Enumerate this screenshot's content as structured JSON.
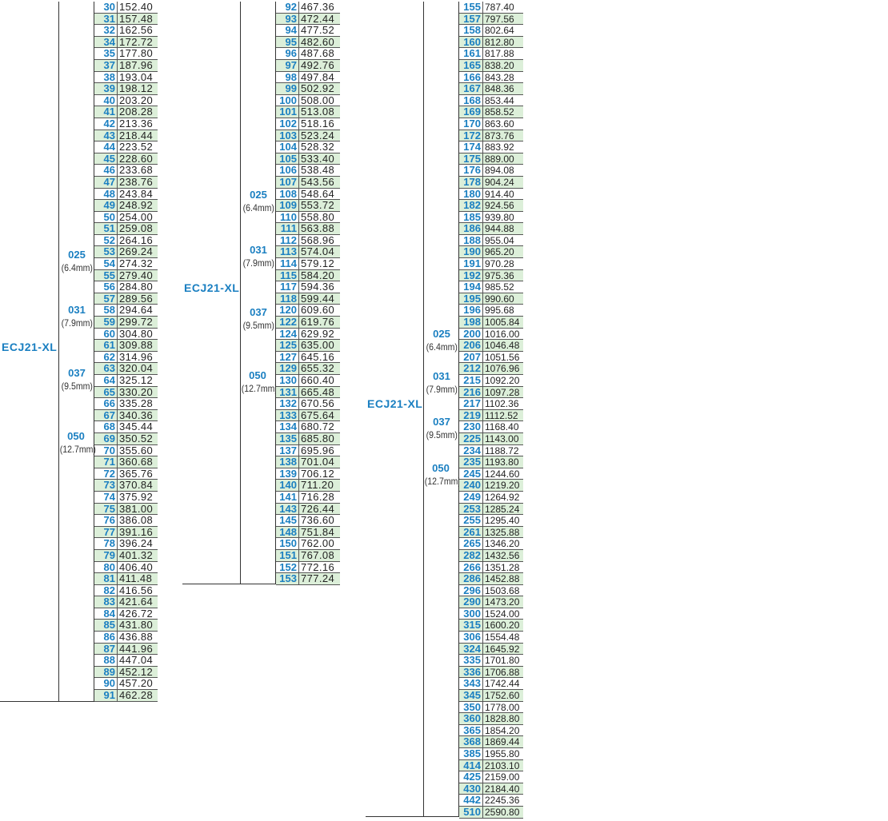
{
  "blocks": [
    {
      "model": "ECJ21-XL",
      "widths": [
        {
          "code": "025",
          "mm": "(6.4mm)"
        },
        {
          "code": "031",
          "mm": "(7.9mm)"
        },
        {
          "code": "037",
          "mm": "(9.5mm)"
        },
        {
          "code": "050",
          "mm": "(12.7mm)"
        }
      ],
      "rows": [
        [
          "30",
          "152.40"
        ],
        [
          "31",
          "157.48"
        ],
        [
          "32",
          "162.56"
        ],
        [
          "34",
          "172.72"
        ],
        [
          "35",
          "177.80"
        ],
        [
          "37",
          "187.96"
        ],
        [
          "38",
          "193.04"
        ],
        [
          "39",
          "198.12"
        ],
        [
          "40",
          "203.20"
        ],
        [
          "41",
          "208.28"
        ],
        [
          "42",
          "213.36"
        ],
        [
          "43",
          "218.44"
        ],
        [
          "44",
          "223.52"
        ],
        [
          "45",
          "228.60"
        ],
        [
          "46",
          "233.68"
        ],
        [
          "47",
          "238.76"
        ],
        [
          "48",
          "243.84"
        ],
        [
          "49",
          "248.92"
        ],
        [
          "50",
          "254.00"
        ],
        [
          "51",
          "259.08"
        ],
        [
          "52",
          "264.16"
        ],
        [
          "53",
          "269.24"
        ],
        [
          "54",
          "274.32"
        ],
        [
          "55",
          "279.40"
        ],
        [
          "56",
          "284.80"
        ],
        [
          "57",
          "289.56"
        ],
        [
          "58",
          "294.64"
        ],
        [
          "59",
          "299.72"
        ],
        [
          "60",
          "304.80"
        ],
        [
          "61",
          "309.88"
        ],
        [
          "62",
          "314.96"
        ],
        [
          "63",
          "320.04"
        ],
        [
          "64",
          "325.12"
        ],
        [
          "65",
          "330.20"
        ],
        [
          "66",
          "335.28"
        ],
        [
          "67",
          "340.36"
        ],
        [
          "68",
          "345.44"
        ],
        [
          "69",
          "350.52"
        ],
        [
          "70",
          "355.60"
        ],
        [
          "71",
          "360.68"
        ],
        [
          "72",
          "365.76"
        ],
        [
          "73",
          "370.84"
        ],
        [
          "74",
          "375.92"
        ],
        [
          "75",
          "381.00"
        ],
        [
          "76",
          "386.08"
        ],
        [
          "77",
          "391.16"
        ],
        [
          "78",
          "396.24"
        ],
        [
          "79",
          "401.32"
        ],
        [
          "80",
          "406.40"
        ],
        [
          "81",
          "411.48"
        ],
        [
          "82",
          "416.56"
        ],
        [
          "83",
          "421.64"
        ],
        [
          "84",
          "426.72"
        ],
        [
          "85",
          "431.80"
        ],
        [
          "86",
          "436.88"
        ],
        [
          "87",
          "441.96"
        ],
        [
          "88",
          "447.04"
        ],
        [
          "89",
          "452.12"
        ],
        [
          "90",
          "457.20"
        ],
        [
          "91",
          "462.28"
        ]
      ]
    },
    {
      "model": "ECJ21-XL",
      "widths": [
        {
          "code": "025",
          "mm": "(6.4mm)"
        },
        {
          "code": "031",
          "mm": "(7.9mm)"
        },
        {
          "code": "037",
          "mm": "(9.5mm)"
        },
        {
          "code": "050",
          "mm": "(12.7mm)"
        }
      ],
      "rows": [
        [
          "92",
          "467.36"
        ],
        [
          "93",
          "472.44"
        ],
        [
          "94",
          "477.52"
        ],
        [
          "95",
          "482.60"
        ],
        [
          "96",
          "487.68"
        ],
        [
          "97",
          "492.76"
        ],
        [
          "98",
          "497.84"
        ],
        [
          "99",
          "502.92"
        ],
        [
          "100",
          "508.00"
        ],
        [
          "101",
          "513.08"
        ],
        [
          "102",
          "518.16"
        ],
        [
          "103",
          "523.24"
        ],
        [
          "104",
          "528.32"
        ],
        [
          "105",
          "533.40"
        ],
        [
          "106",
          "538.48"
        ],
        [
          "107",
          "543.56"
        ],
        [
          "108",
          "548.64"
        ],
        [
          "109",
          "553.72"
        ],
        [
          "110",
          "558.80"
        ],
        [
          "111",
          "563.88"
        ],
        [
          "112",
          "568.96"
        ],
        [
          "113",
          "574.04"
        ],
        [
          "114",
          "579.12"
        ],
        [
          "115",
          "584.20"
        ],
        [
          "117",
          "594.36"
        ],
        [
          "118",
          "599.44"
        ],
        [
          "120",
          "609.60"
        ],
        [
          "122",
          "619.76"
        ],
        [
          "124",
          "629.92"
        ],
        [
          "125",
          "635.00"
        ],
        [
          "127",
          "645.16"
        ],
        [
          "129",
          "655.32"
        ],
        [
          "130",
          "660.40"
        ],
        [
          "131",
          "665.48"
        ],
        [
          "132",
          "670.56"
        ],
        [
          "133",
          "675.64"
        ],
        [
          "134",
          "680.72"
        ],
        [
          "135",
          "685.80"
        ],
        [
          "137",
          "695.96"
        ],
        [
          "138",
          "701.04"
        ],
        [
          "139",
          "706.12"
        ],
        [
          "140",
          "711.20"
        ],
        [
          "141",
          "716.28"
        ],
        [
          "143",
          "726.44"
        ],
        [
          "145",
          "736.60"
        ],
        [
          "148",
          "751.84"
        ],
        [
          "150",
          "762.00"
        ],
        [
          "151",
          "767.08"
        ],
        [
          "152",
          "772.16"
        ],
        [
          "153",
          "777.24"
        ]
      ]
    },
    {
      "model": "ECJ21-XL",
      "widths": [
        {
          "code": "025",
          "mm": "(6.4mm)"
        },
        {
          "code": "031",
          "mm": "(7.9mm)"
        },
        {
          "code": "037",
          "mm": "(9.5mm)"
        },
        {
          "code": "050",
          "mm": "(12.7mm)"
        }
      ],
      "rows": [
        [
          "155",
          "787.40"
        ],
        [
          "157",
          "797.56"
        ],
        [
          "158",
          "802.64"
        ],
        [
          "160",
          "812.80"
        ],
        [
          "161",
          "817.88"
        ],
        [
          "165",
          "838.20"
        ],
        [
          "166",
          "843.28"
        ],
        [
          "167",
          "848.36"
        ],
        [
          "168",
          "853.44"
        ],
        [
          "169",
          "858.52"
        ],
        [
          "170",
          "863.60"
        ],
        [
          "172",
          "873.76"
        ],
        [
          "174",
          "883.92"
        ],
        [
          "175",
          "889.00"
        ],
        [
          "176",
          "894.08"
        ],
        [
          "178",
          "904.24"
        ],
        [
          "180",
          "914.40"
        ],
        [
          "182",
          "924.56"
        ],
        [
          "185",
          "939.80"
        ],
        [
          "186",
          "944.88"
        ],
        [
          "188",
          "955.04"
        ],
        [
          "190",
          "965.20"
        ],
        [
          "191",
          "970.28"
        ],
        [
          "192",
          "975.36"
        ],
        [
          "194",
          "985.52"
        ],
        [
          "195",
          "990.60"
        ],
        [
          "196",
          "995.68"
        ],
        [
          "198",
          "1005.84"
        ],
        [
          "200",
          "1016.00"
        ],
        [
          "206",
          "1046.48"
        ],
        [
          "207",
          "1051.56"
        ],
        [
          "212",
          "1076.96"
        ],
        [
          "215",
          "1092.20"
        ],
        [
          "216",
          "1097.28"
        ],
        [
          "217",
          "1102.36"
        ],
        [
          "219",
          "1112.52"
        ],
        [
          "230",
          "1168.40"
        ],
        [
          "225",
          "1143.00"
        ],
        [
          "234",
          "1188.72"
        ],
        [
          "235",
          "1193.80"
        ],
        [
          "245",
          "1244.60"
        ],
        [
          "240",
          "1219.20"
        ],
        [
          "249",
          "1264.92"
        ],
        [
          "253",
          "1285.24"
        ],
        [
          "255",
          "1295.40"
        ],
        [
          "261",
          "1325.88"
        ],
        [
          "265",
          "1346.20"
        ],
        [
          "282",
          "1432.56"
        ],
        [
          "266",
          "1351.28"
        ],
        [
          "286",
          "1452.88"
        ],
        [
          "296",
          "1503.68"
        ],
        [
          "290",
          "1473.20"
        ],
        [
          "300",
          "1524.00"
        ],
        [
          "315",
          "1600.20"
        ],
        [
          "306",
          "1554.48"
        ],
        [
          "324",
          "1645.92"
        ],
        [
          "335",
          "1701.80"
        ],
        [
          "336",
          "1706.88"
        ],
        [
          "343",
          "1742.44"
        ],
        [
          "345",
          "1752.60"
        ],
        [
          "350",
          "1778.00"
        ],
        [
          "360",
          "1828.80"
        ],
        [
          "365",
          "1854.20"
        ],
        [
          "368",
          "1869.44"
        ],
        [
          "385",
          "1955.80"
        ],
        [
          "414",
          "2103.10"
        ],
        [
          "425",
          "2159.00"
        ],
        [
          "430",
          "2184.40"
        ],
        [
          "442",
          "2245.36"
        ],
        [
          "510",
          "2590.80"
        ]
      ]
    }
  ]
}
